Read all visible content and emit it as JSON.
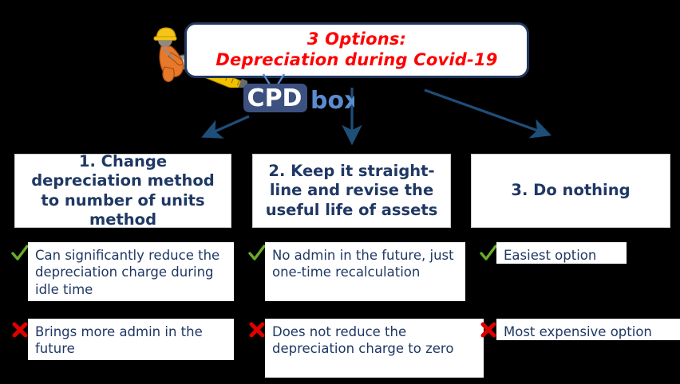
{
  "header": {
    "title_line1": "3 Options:",
    "title_line2": "Depreciation during Covid-19",
    "title_color": "#ff0000",
    "border_color": "#22385f"
  },
  "logo": {
    "text_primary": "CPD",
    "text_secondary": "box",
    "primary_color": "#ffffff",
    "box_color": "#3c5180",
    "secondary_color": "#5b8bd0"
  },
  "mascot": {
    "name": "construction-worker-with-measuring-tape",
    "helmet_color": "#f5c518",
    "suit_color": "#e8792b",
    "tape_color": "#f2c200"
  },
  "arrows": {
    "color": "#1f4e79",
    "items": [
      {
        "name": "arrow-to-option-1",
        "direction": "down-left"
      },
      {
        "name": "arrow-to-option-2",
        "direction": "down"
      },
      {
        "name": "arrow-to-option-3",
        "direction": "down-right"
      }
    ]
  },
  "options": [
    {
      "title": "1. Change depreciation method to number of units method",
      "pro": "Can significantly reduce the depreciation charge during idle time",
      "con": "Brings more admin in the future"
    },
    {
      "title": "2. Keep it straight-line and revise the useful life of assets",
      "pro": "No admin in the future, just one-time recalculation",
      "con": "Does not reduce the depreciation charge to zero"
    },
    {
      "title": "3. Do nothing",
      "pro": "Easiest option",
      "con": "Most expensive option"
    }
  ],
  "marks": {
    "check_icon": "check-icon",
    "check_color": "#6aab2a",
    "cross_icon": "cross-icon",
    "cross_color": "#e00000"
  },
  "text_color": "#1f3864"
}
